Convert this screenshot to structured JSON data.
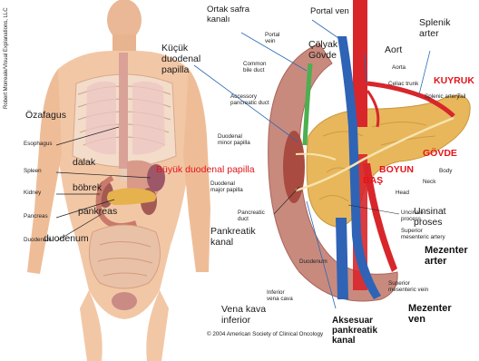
{
  "left_panel": {
    "credit": "Robert Morreale/Visual Explanations, LLC",
    "labels_en": [
      "Esophagus",
      "Spleen",
      "Kidney",
      "Pancreas",
      "Duodenum"
    ],
    "labels_tr": {
      "ozafagus": "Özafagus",
      "dalak": "dalak",
      "bobrek": "böbrek",
      "pankreas": "pankreas",
      "duodenum": "duodenum"
    }
  },
  "right_panel": {
    "labels_tr": {
      "ortak_safra": "Ortak safra\nkanalı",
      "portal_ven": "Portal ven",
      "splenik_arter": "Splenik\narter",
      "colyak": "Çölyak\nGövde",
      "aort": "Aort",
      "kucuk_papilla": "Küçük\nduodenal\npapilla",
      "buyuk_papilla": "Büyük duodenal papilla",
      "unsinat": "Unsinat\nproses",
      "pankreatik_kanal": "Pankreatik\nkanal",
      "vena_kava": "Vena kava\ninferior"
    },
    "labels_red": {
      "kuyruk": "KUYRUK",
      "govde": "GÖVDE",
      "boyun": "BOYUN",
      "bas": "BAŞ"
    },
    "labels_bold": {
      "mezenter_arter": "Mezenter\narter",
      "mezenter_ven": "Mezenter\nven",
      "aksesuar": "Aksesuar\npankreatik\nkanal"
    },
    "labels_en": {
      "portal_vein": "Portal\nvein",
      "common_bile_duct": "Common\nbile duct",
      "accessory_duct": "Accessory\npancreatic duct",
      "minor_papilla": "Duodenal\nminor papilla",
      "major_papilla": "Duodenal\nmajor papilla",
      "pancreatic_duct": "Pancreatic\nduct",
      "inferior_vena_cava": "Inferior\nvena cava",
      "aorta": "Aorta",
      "celiac_trunk": "Celiac trunk",
      "splenic_artery": "Splenic artery",
      "tail": "Tail",
      "body": "Body",
      "neck": "Neck",
      "head": "Head",
      "uncinate_process": "Uncinate\nprocess",
      "sma": "Superior\nmesenteric artery",
      "smv": "Superior\nmesenteric vein",
      "duodenum": "Duodenum",
      "copyright": "© 2004 American Society of Clinical Oncology"
    }
  },
  "colors": {
    "skin": "#f2c7a6",
    "pancreas": "#e8b75c",
    "duodenum": "#c98a7e",
    "artery": "#d8262b",
    "vein": "#2f63b6",
    "label_red": "#e5141b"
  }
}
